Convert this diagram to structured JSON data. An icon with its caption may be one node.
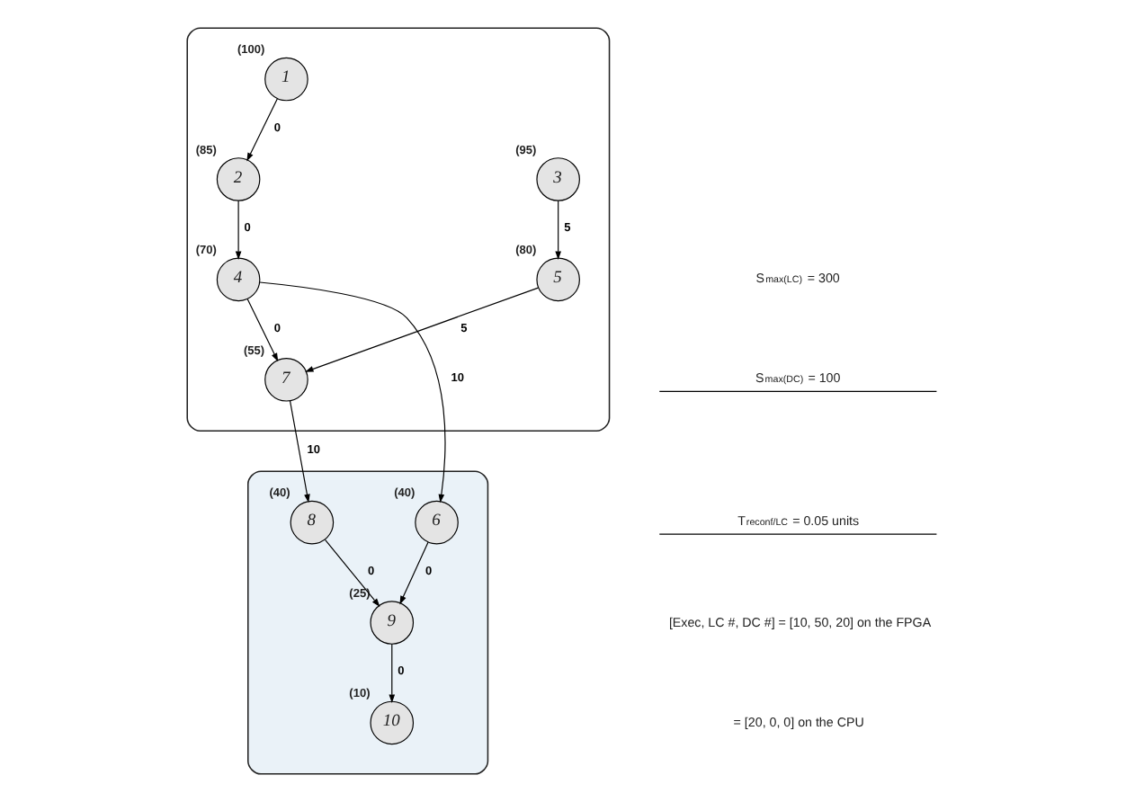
{
  "diagram": {
    "nodes": [
      {
        "text": [],
        "shape": "blob"
      },
      {
        "text": [
          "1"
        ],
        "in": 0,
        "beside": [
          "(100)"
        ]
      },
      {
        "text": [
          "2"
        ],
        "in": 0,
        "beside": [
          "(85)"
        ]
      },
      {
        "text": [
          "3"
        ],
        "in": 0,
        "beside": [
          "(95)"
        ]
      },
      {
        "text": [
          "4"
        ],
        "in": 0,
        "beside": [
          "(70)"
        ]
      },
      {
        "text": [
          "5"
        ],
        "in": 0,
        "beside": [
          "(80)"
        ]
      },
      {
        "text": [],
        "shape": "blob"
      },
      {
        "text": [
          "6"
        ],
        "in": 6,
        "beside": [
          "(40)"
        ]
      },
      {
        "text": [
          "7"
        ],
        "in": 0,
        "beside": [
          "(55)"
        ]
      },
      {
        "text": [
          "8"
        ],
        "in": 6,
        "beside": [
          "(40)"
        ]
      },
      {
        "text": [
          "9"
        ],
        "in": 6,
        "beside": [
          "(25)"
        ]
      },
      {
        "text": [
          "10"
        ],
        "in": 6,
        "beside": [
          "(10)"
        ]
      }
    ],
    "edges": [
      {
        "from": 1,
        "to": 2,
        "arrow": "to",
        "label": "0"
      },
      {
        "from": 2,
        "to": 4,
        "arrow": "to",
        "label": "0"
      },
      {
        "from": 3,
        "to": 5,
        "arrow": "to",
        "label": "5"
      },
      {
        "from": 4,
        "to": 7,
        "arrow": "to",
        "label": "10"
      },
      {
        "from": 4,
        "to": 8,
        "arrow": "to",
        "label": "0"
      },
      {
        "from": 5,
        "to": 8,
        "arrow": "to",
        "label": "5"
      },
      {
        "from": 8,
        "to": 9,
        "arrow": "to",
        "label": "10"
      },
      {
        "from": 7,
        "to": 10,
        "arrow": "to",
        "label": "0"
      },
      {
        "from": 9,
        "to": 10,
        "arrow": "to",
        "label": "0"
      },
      {
        "from": 10,
        "to": 11,
        "arrow": "to",
        "label": "0"
      }
    ],
    "labels": [
      "S$_{max(LC)}$ = 300",
      "S$_{max(DC)}$ = 100",
      "T$_{reconf/LC}$ = 0.05 units",
      "[Exec, LC #, DC #] = [10, 50, 20] on the FPGA",
      "= [20, 0, 0] on the CPU"
    ]
  }
}
